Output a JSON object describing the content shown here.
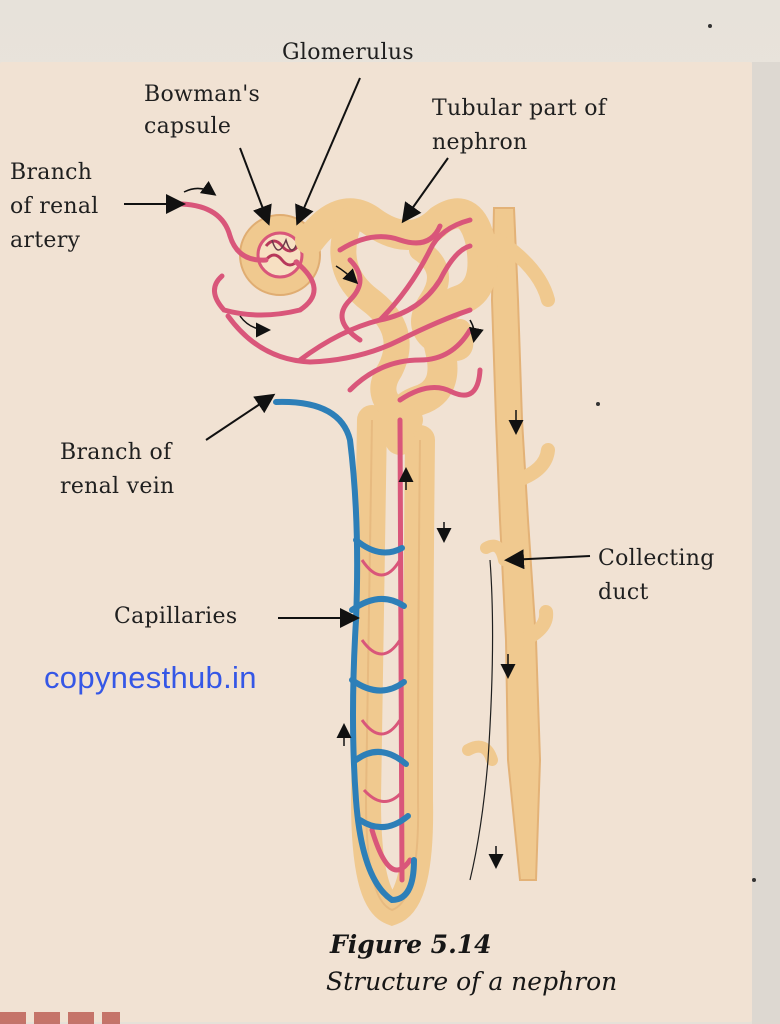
{
  "labels": {
    "glomerulus": "Glomerulus",
    "bowmans_line1": "Bowman's",
    "bowmans_line2": "capsule",
    "tubular_line1": "Tubular part of",
    "tubular_line2": "nephron",
    "artery_line1": "Branch",
    "artery_line2": "of renal",
    "artery_line3": "artery",
    "vein_line1": "Branch of",
    "vein_line2": "renal vein",
    "capillaries": "Capillaries",
    "duct_line1": "Collecting",
    "duct_line2": "duct"
  },
  "caption": {
    "number": "Figure 5.14",
    "title": "Structure of a nephron"
  },
  "watermark": "copynesthub.in",
  "colors": {
    "tubule": "#f0c98f",
    "artery": "#d9567a",
    "vein": "#2d7fb8",
    "panel": "#f1e2d3"
  }
}
